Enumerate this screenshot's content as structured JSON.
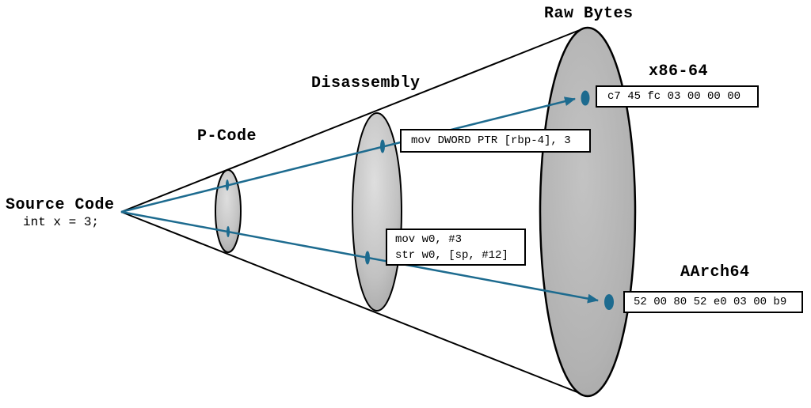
{
  "diagram": {
    "source": {
      "label": "Source Code",
      "code": "int x = 3;"
    },
    "stages": {
      "p_code": "P-Code",
      "disassembly": "Disassembly",
      "raw_bytes": "Raw Bytes"
    },
    "x86": {
      "arch_label": "x86-64",
      "instruction": "mov DWORD PTR [rbp-4], 3",
      "bytes": "c7 45 fc 03 00 00 00"
    },
    "aarch64": {
      "arch_label": "AArch64",
      "instruction_line1": "mov w0, #3",
      "instruction_line2": "str w0, [sp, #12]",
      "bytes": "52 00 80 52 e0 03 00 b9"
    },
    "colors": {
      "accent_teal": "#1d6b8f",
      "outline": "#000000",
      "ellipse_fill_light": "#d9d9d9",
      "ellipse_fill_dark": "#a2a2a2",
      "box_background": "#ffffff"
    }
  }
}
